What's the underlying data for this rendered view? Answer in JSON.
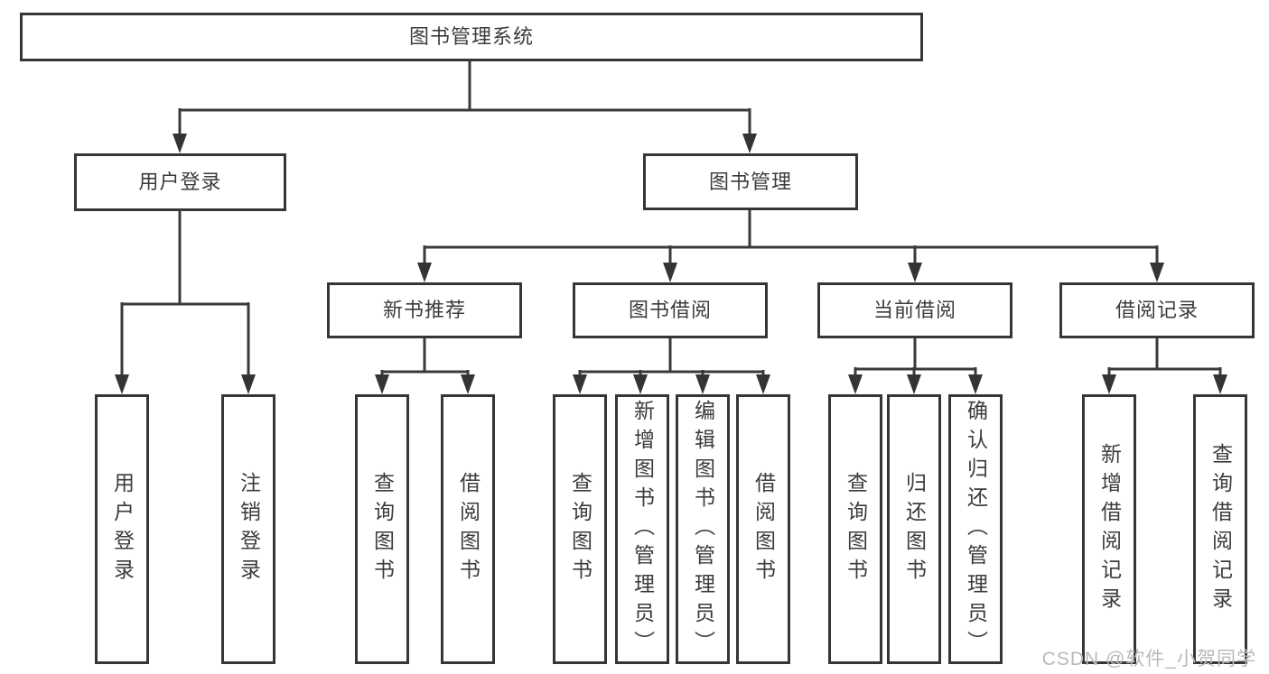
{
  "diagram": {
    "title": "图书管理系统",
    "colors": {
      "line": "#3a3a3a",
      "border": "#363636",
      "text": "#3c3c3c",
      "watermark": "#b9b9b9"
    },
    "nodes": {
      "root": {
        "label": "图书管理系统"
      },
      "user_login_branch": {
        "label": "用户登录"
      },
      "book_mgmt": {
        "label": "图书管理"
      },
      "new_book_rec": {
        "label": "新书推荐"
      },
      "book_borrow": {
        "label": "图书借阅"
      },
      "current_borrow": {
        "label": "当前借阅"
      },
      "borrow_records": {
        "label": "借阅记录"
      },
      "user_login": {
        "label": "用户登录"
      },
      "logout": {
        "label": "注销登录"
      },
      "rec_query": {
        "label": "查询图书"
      },
      "rec_borrow": {
        "label": "借阅图书"
      },
      "bb_query": {
        "label": "查询图书"
      },
      "bb_add": {
        "label": "新增图书（管理员）"
      },
      "bb_edit": {
        "label": "编辑图书（管理员）"
      },
      "bb_borrow": {
        "label": "借阅图书"
      },
      "cb_query": {
        "label": "查询图书"
      },
      "cb_return": {
        "label": "归还图书"
      },
      "cb_confirm": {
        "label": "确认归还（管理员）"
      },
      "br_add": {
        "label": "新增借阅记录"
      },
      "br_query": {
        "label": "查询借阅记录"
      }
    },
    "watermark": {
      "text": "CSDN @软件_小贺同学"
    }
  }
}
